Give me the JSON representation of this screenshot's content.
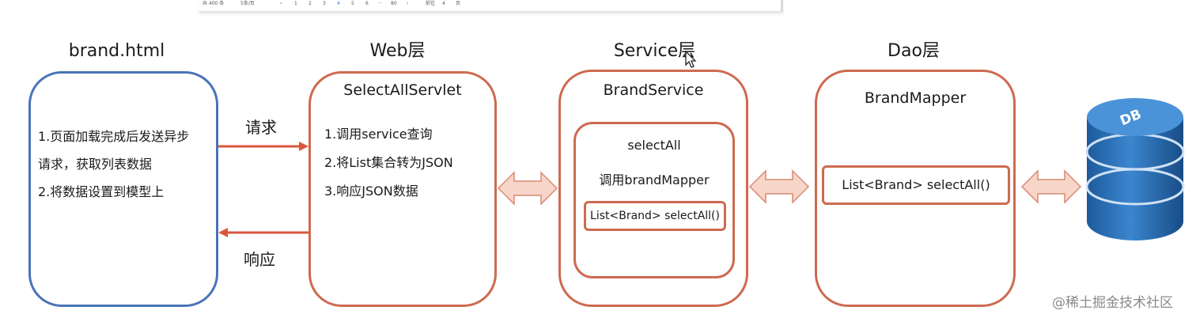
{
  "pager": {
    "total": "共 400 条",
    "page_size": "5条/页",
    "prev": "‹",
    "pages": [
      "1",
      "2",
      "3",
      "4",
      "5",
      "6",
      "···",
      "80"
    ],
    "current": "4",
    "next": "›",
    "goto_label": "前往",
    "goto_value": "4",
    "goto_suffix": "页"
  },
  "layers": {
    "client": "brand.html",
    "web": "Web层",
    "service": "Service层",
    "dao": "Dao层"
  },
  "client_box": {
    "line1": "1.页面加载完成后发送异步",
    "line2": "请求，获取列表数据",
    "line3": "2.将数据设置到模型上"
  },
  "web_box": {
    "title": "SelectAllServlet",
    "step1": "1.调用service查询",
    "step2": "2.将List集合转为JSON",
    "step3": "3.响应JSON数据"
  },
  "service_box": {
    "title": "BrandService",
    "method": "selectAll",
    "calls": "调用brandMapper",
    "signature": "List<Brand> selectAll()"
  },
  "dao_box": {
    "title": "BrandMapper",
    "signature": "List<Brand> selectAll()"
  },
  "arrows": {
    "request": "请求",
    "response": "响应"
  },
  "db_label": "DB",
  "watermark": "@稀土掘金技术社区",
  "colors": {
    "box_border": "#cd6a50",
    "client_border": "#4a73b8",
    "arrow_red": "#d9573f",
    "double_arrow_fill": "#f7d6c9",
    "db_blue": "#2f72b6"
  }
}
